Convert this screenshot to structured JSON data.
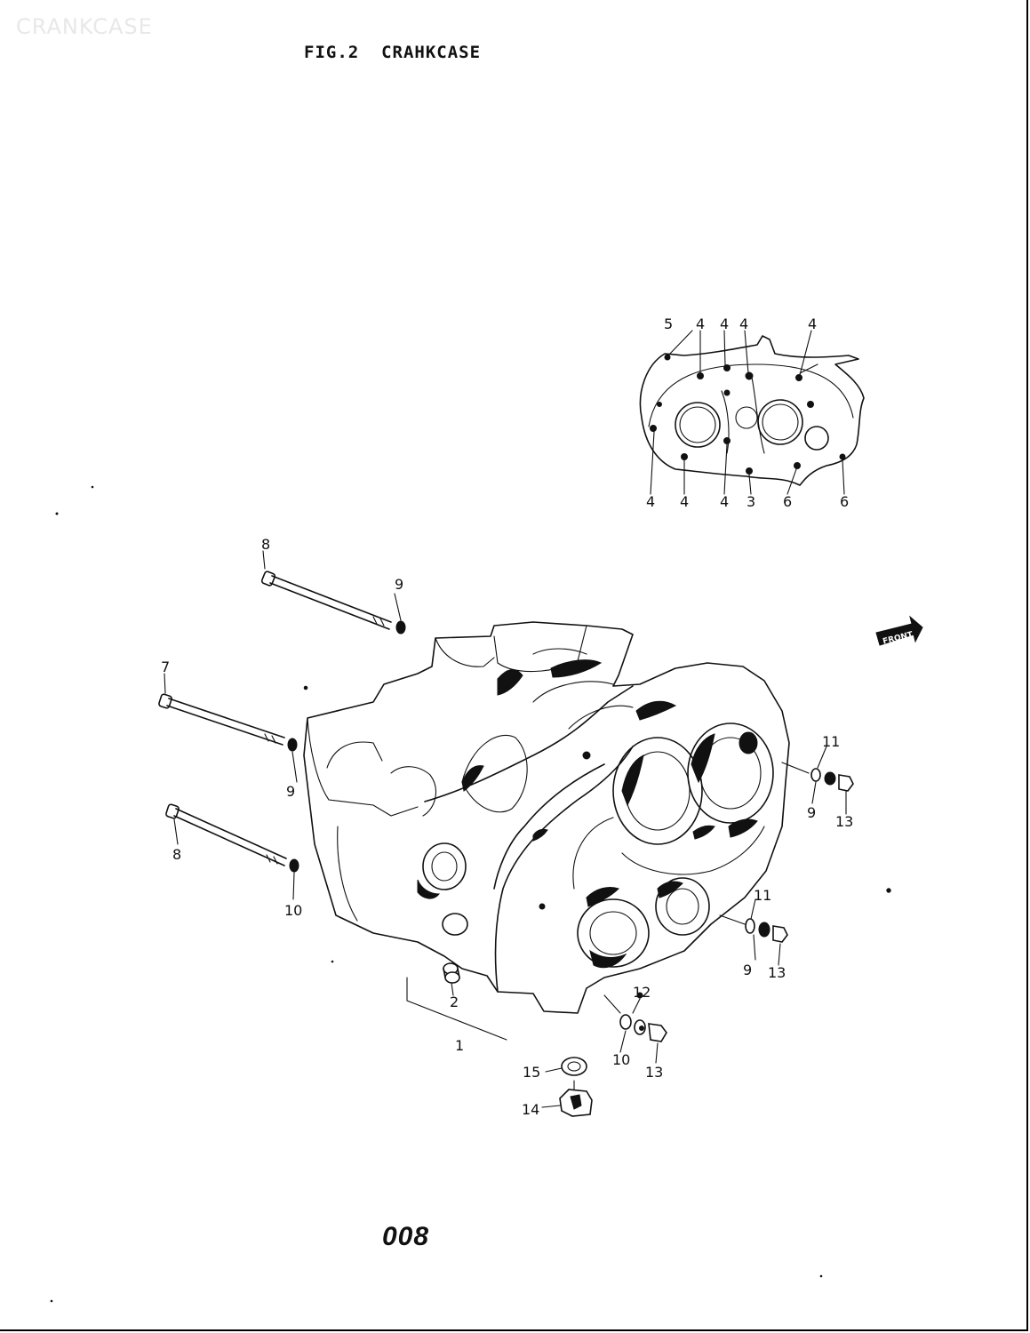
{
  "watermark": "CRANKCASE",
  "figure": {
    "title": "FIG.2  CRAHKCASE",
    "page_number": "008"
  },
  "inset_callouts": {
    "top": [
      "5",
      "4",
      "4",
      "4",
      "4"
    ],
    "bottom": [
      "4",
      "4",
      "4",
      "3",
      "6",
      "6"
    ]
  },
  "callouts": {
    "bolt_top": "8",
    "washer_top": "9",
    "bolt_mid": "7",
    "washer_mid": "9",
    "bolt_bottom": "8",
    "washer_bottom": "10",
    "right_upper_11": "11",
    "right_upper_9": "9",
    "right_upper_13": "13",
    "right_lower_11": "11",
    "right_lower_9": "9",
    "right_lower_13": "13",
    "dowel": "2",
    "crankcase_set": "1",
    "lower_12": "12",
    "lower_10": "10",
    "lower_13": "13",
    "gasket": "15",
    "drain_plug": "14"
  },
  "front_arrow_label": "FRONT"
}
